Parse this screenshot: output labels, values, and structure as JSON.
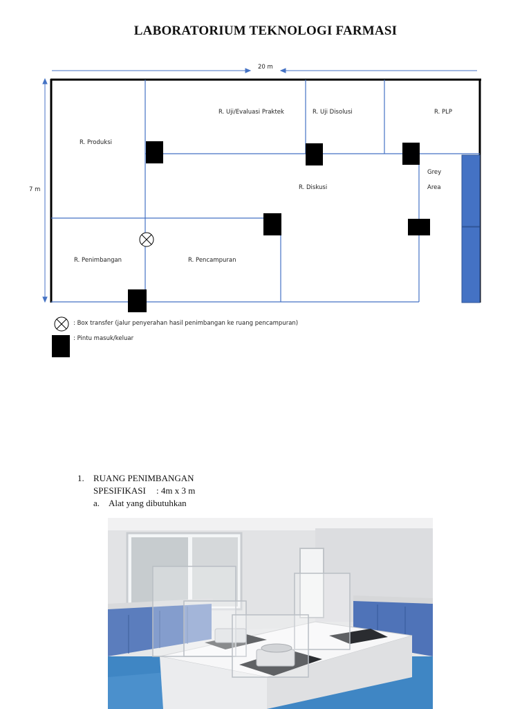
{
  "document": {
    "title": "LABORATORIUM TEKNOLOGI FARMASI"
  },
  "floor_plan": {
    "width_dim": "20 m",
    "height_dim": "7 m",
    "rooms": {
      "produksi": "R. Produksi",
      "uji_evaluasi": "R. Uji/Evaluasi Praktek",
      "uji_disolusi": "R. Uji Disolusi",
      "plp": "R. PLP",
      "grey_area_line1": "Grey",
      "grey_area_line2": "Area",
      "diskusi": "R. Diskusi",
      "penimbangan": "R. Penimbangan",
      "pencampuran": "R. Pencampuran"
    },
    "colors": {
      "wall": "#000000",
      "partition": "#4472c4",
      "door": "#000000",
      "grey_area_wall": "#4472c4"
    }
  },
  "legend": {
    "box_transfer": ": Box transfer (jalur penyerahan hasil penimbangan ke ruang pencampuran)",
    "door": ": Pintu masuk/keluar"
  },
  "section": {
    "number": "1.",
    "heading": "RUANG PENIMBANGAN",
    "spec_label": "SPESIFIKASI",
    "spec_value": ": 4m x 3 m",
    "sub_letter": "a.",
    "sub_heading": "Alat yang dibutuhkan"
  }
}
